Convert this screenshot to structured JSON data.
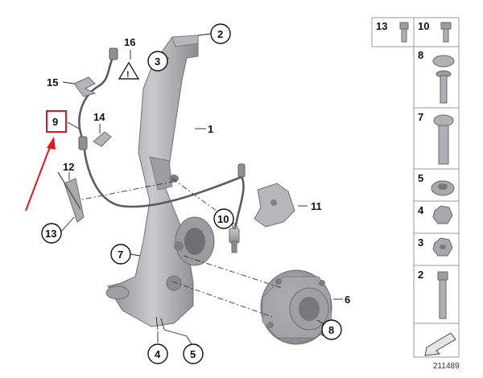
{
  "diagram": {
    "callouts": [
      {
        "id": "c1",
        "label": "1"
      },
      {
        "id": "c2",
        "label": "2"
      },
      {
        "id": "c3",
        "label": "3"
      },
      {
        "id": "c4",
        "label": "4"
      },
      {
        "id": "c5",
        "label": "5"
      },
      {
        "id": "c6",
        "label": "6"
      },
      {
        "id": "c7",
        "label": "7"
      },
      {
        "id": "c8",
        "label": "8"
      },
      {
        "id": "c9",
        "label": "9"
      },
      {
        "id": "c10",
        "label": "10"
      },
      {
        "id": "c11",
        "label": "11"
      },
      {
        "id": "c12",
        "label": "12"
      },
      {
        "id": "c13",
        "label": "13"
      },
      {
        "id": "c14",
        "label": "14"
      },
      {
        "id": "c15",
        "label": "15"
      },
      {
        "id": "c16",
        "label": "16"
      }
    ],
    "highlight_color": "#e8141c",
    "part_color": "#a9abae"
  },
  "legend": {
    "cells": [
      {
        "id": "p13",
        "label": "13"
      },
      {
        "id": "p10",
        "label": "10"
      },
      {
        "id": "p8",
        "label": "8"
      },
      {
        "id": "p7",
        "label": "7"
      },
      {
        "id": "p5",
        "label": "5"
      },
      {
        "id": "p4",
        "label": "4"
      },
      {
        "id": "p3",
        "label": "3"
      },
      {
        "id": "p2",
        "label": "2"
      }
    ],
    "doc_number": "211489"
  }
}
